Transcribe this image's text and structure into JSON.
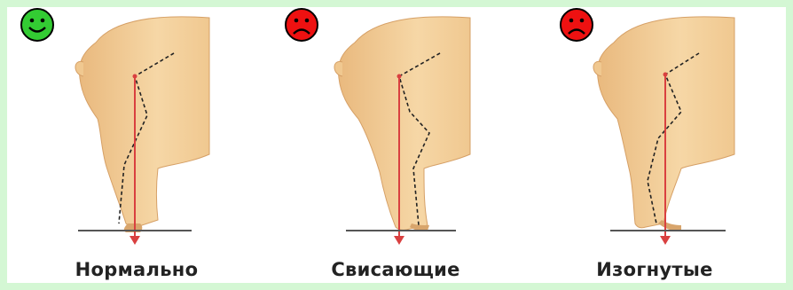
{
  "panels": [
    {
      "label": "Нормально",
      "mood": "happy",
      "face_color": "#33cc33"
    },
    {
      "label": "Свисающие",
      "mood": "sad",
      "face_color": "#ee1111"
    },
    {
      "label": "Изогнутые",
      "mood": "sad",
      "face_color": "#ee1111"
    }
  ],
  "colors": {
    "background": "#d4f7d4",
    "body": "#f3cf9a",
    "plumb_line": "#d94040",
    "ground": "#555555"
  }
}
